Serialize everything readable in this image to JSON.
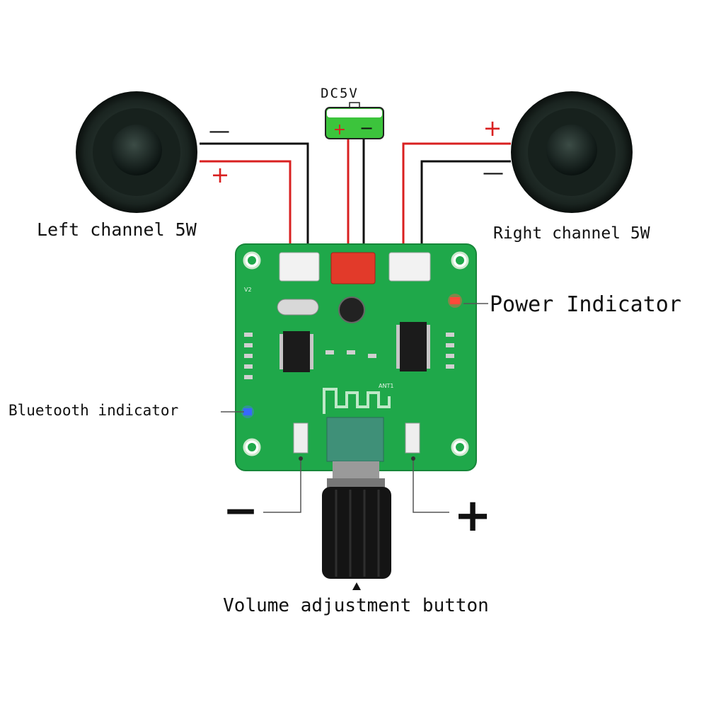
{
  "power": {
    "label": "DC5V",
    "plus": "+",
    "minus": "−"
  },
  "left_speaker": {
    "label": "Left channel 5W",
    "plus": "+",
    "minus": "—"
  },
  "right_speaker": {
    "label": "Right channel 5W",
    "plus": "+",
    "minus": "—"
  },
  "annotations": {
    "power_indicator": "Power Indicator",
    "bluetooth_indicator": "Bluetooth indicator",
    "volume_knob": "Volume adjustment button",
    "volume_down": "−",
    "volume_up": "+"
  },
  "board": {
    "version": "V2",
    "antenna": "ANT1"
  },
  "colors": {
    "board": "#1fa84a",
    "wire_red": "#d92020",
    "wire_black": "#111111",
    "battery": "#3cc43c"
  }
}
